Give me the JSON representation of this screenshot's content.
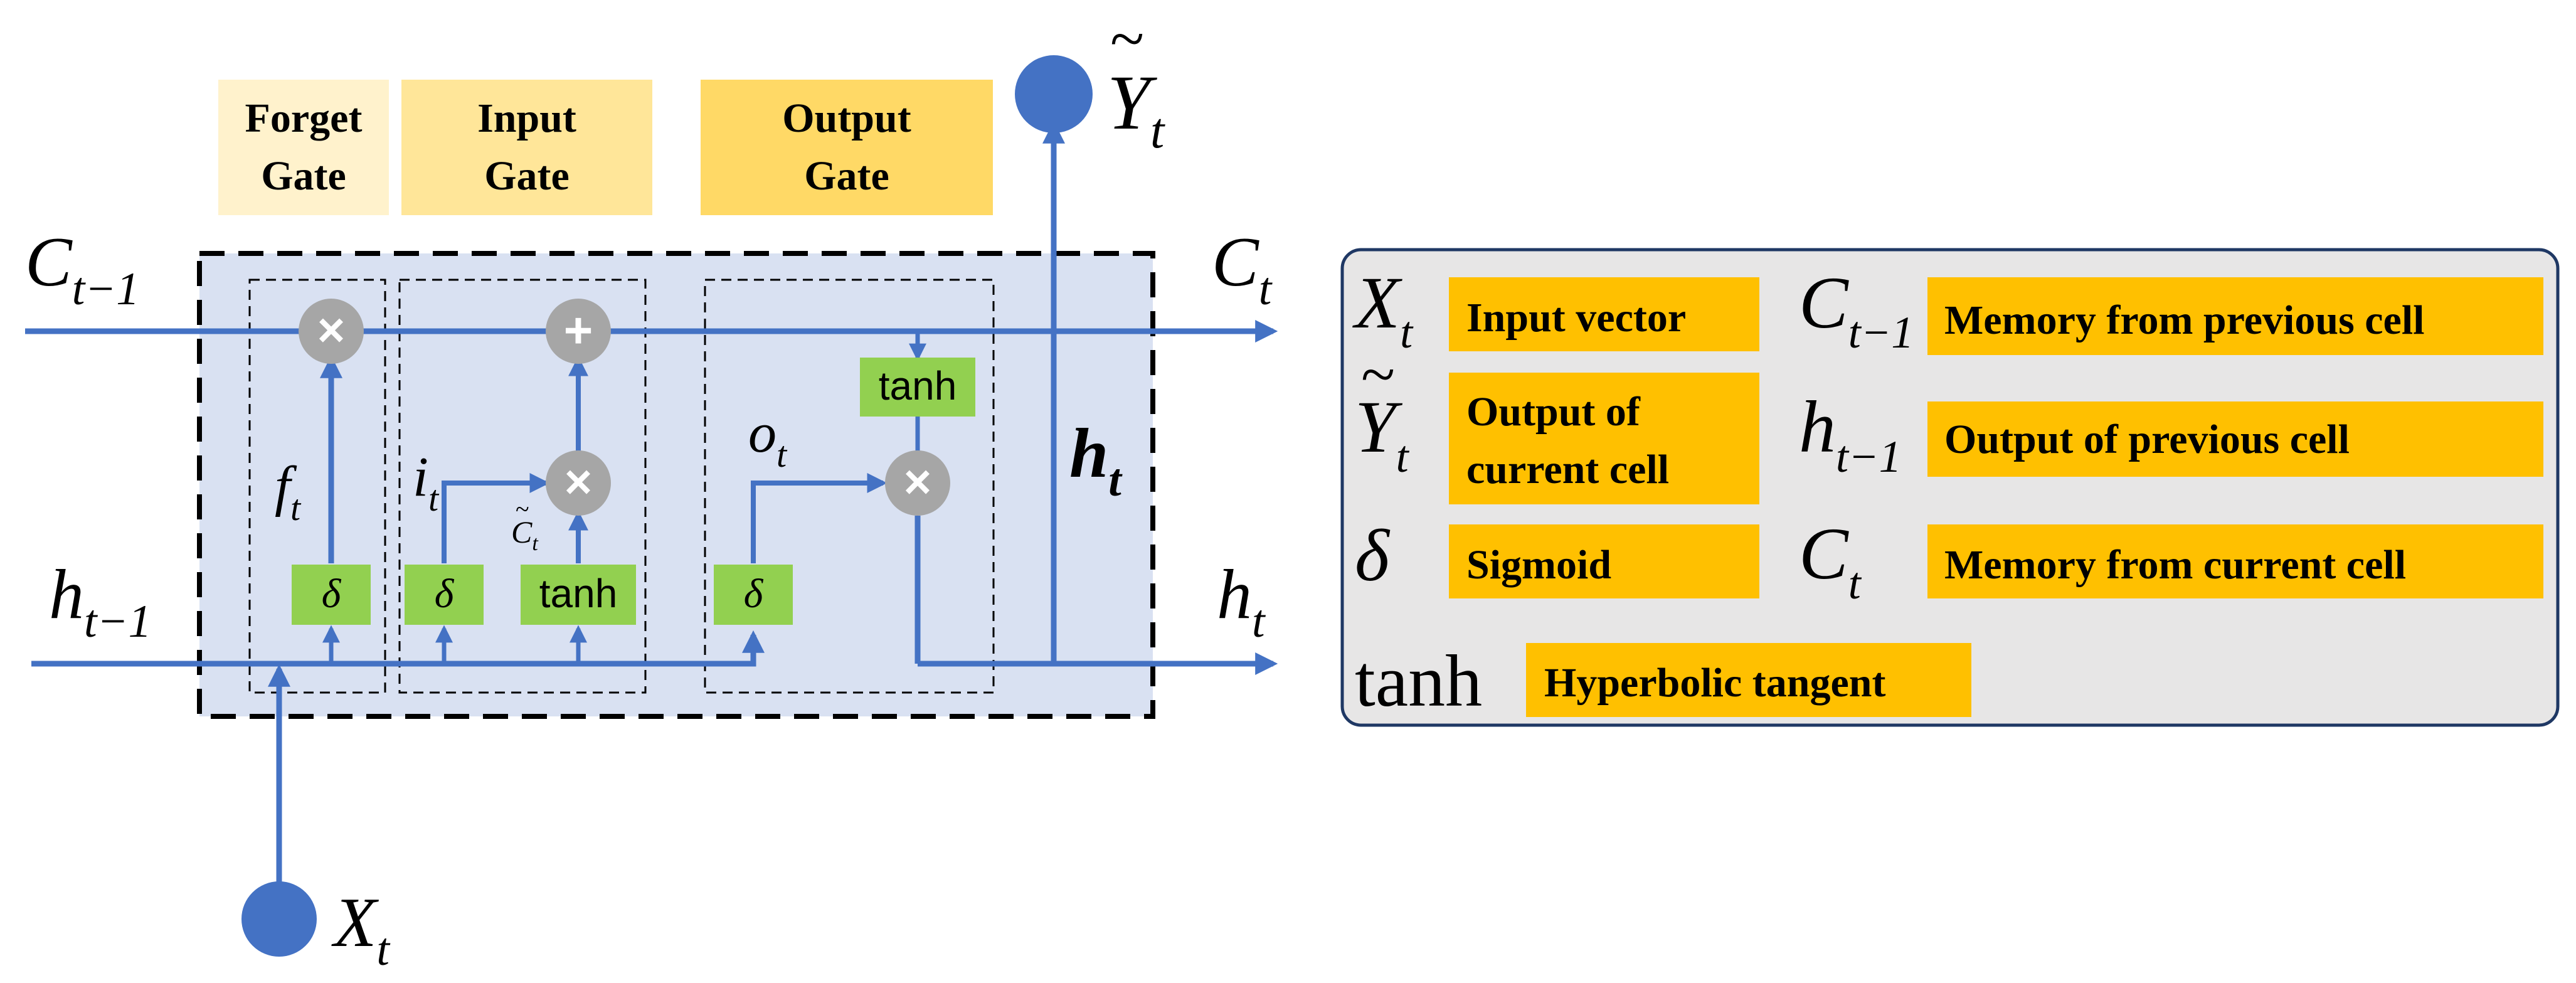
{
  "gates": {
    "forget": [
      "Forget",
      "Gate"
    ],
    "input": [
      "Input",
      "Gate"
    ],
    "output": [
      "Output",
      "Gate"
    ]
  },
  "labels": {
    "c_prev": {
      "main": "C",
      "sub": "t−1"
    },
    "c_t": {
      "main": "C",
      "sub": "t"
    },
    "h_prev": {
      "main": "h",
      "sub": "t−1"
    },
    "h_t_out": {
      "main": "h",
      "sub": "t"
    },
    "h_t_mid": {
      "main": "h",
      "sub": "t"
    },
    "x_t": {
      "main": "X",
      "sub": "t"
    },
    "y_t": {
      "main": "Y",
      "sub": "t",
      "accent": "~"
    },
    "f_t": {
      "main": "f",
      "sub": "t"
    },
    "i_t": {
      "main": "i",
      "sub": "t"
    },
    "o_t": {
      "main": "o",
      "sub": "t"
    },
    "c_tilde": {
      "main": "C",
      "sub": "t",
      "accent": "~"
    }
  },
  "nodes": {
    "sigmoid": "δ",
    "tanh": "tanh",
    "multiply": "×",
    "add": "+"
  },
  "legend": [
    {
      "symbol": {
        "main": "X",
        "sub": "t"
      },
      "desc": [
        "Input vector"
      ]
    },
    {
      "symbol": {
        "main": "C",
        "sub": "t−1"
      },
      "desc": [
        "Memory from previous cell"
      ]
    },
    {
      "symbol": {
        "main": "Y",
        "sub": "t",
        "accent": "~"
      },
      "desc": [
        "Output of",
        "current cell"
      ]
    },
    {
      "symbol": {
        "main": "h",
        "sub": "t−1"
      },
      "desc": [
        "Output of previous cell"
      ]
    },
    {
      "symbol": {
        "main": "δ",
        "sub": ""
      },
      "desc": [
        "Sigmoid"
      ]
    },
    {
      "symbol": {
        "main": "C",
        "sub": "t"
      },
      "desc": [
        "Memory from current cell"
      ]
    },
    {
      "symbol": {
        "main": "tanh",
        "sub": ""
      },
      "desc": [
        "Hyperbolic tangent"
      ]
    }
  ],
  "colors": {
    "line": "#4472C4",
    "cell_bg": "#D9E1F2",
    "gate_forget": "#FFF2CC",
    "gate_input": "#FFE699",
    "gate_output": "#FFD966",
    "node_green": "#92D050",
    "op_grey": "#A6A6A6",
    "legend_bg": "#E7E6E6",
    "legend_label": "#FFC000"
  }
}
